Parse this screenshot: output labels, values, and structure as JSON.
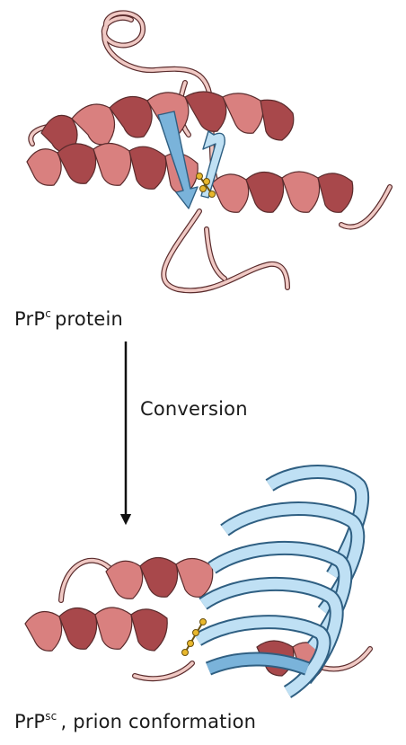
{
  "labels": {
    "top_prefix": "PrP",
    "top_sup": "c",
    "top_suffix": "protein",
    "conversion": "Conversion",
    "bottom_prefix": "PrP",
    "bottom_sup": "sc",
    "bottom_suffix": ", prion conformation"
  },
  "colors": {
    "helix_front": "#d9807f",
    "helix_back": "#a8484b",
    "helix_stroke": "#5a2b2c",
    "coil": "#f0c9c4",
    "sheet_light": "#bfe0f4",
    "sheet_dark": "#7ab3da",
    "sheet_stroke": "#2f5f82",
    "disulfide": "#e8b72c",
    "arrow": "#111111"
  }
}
